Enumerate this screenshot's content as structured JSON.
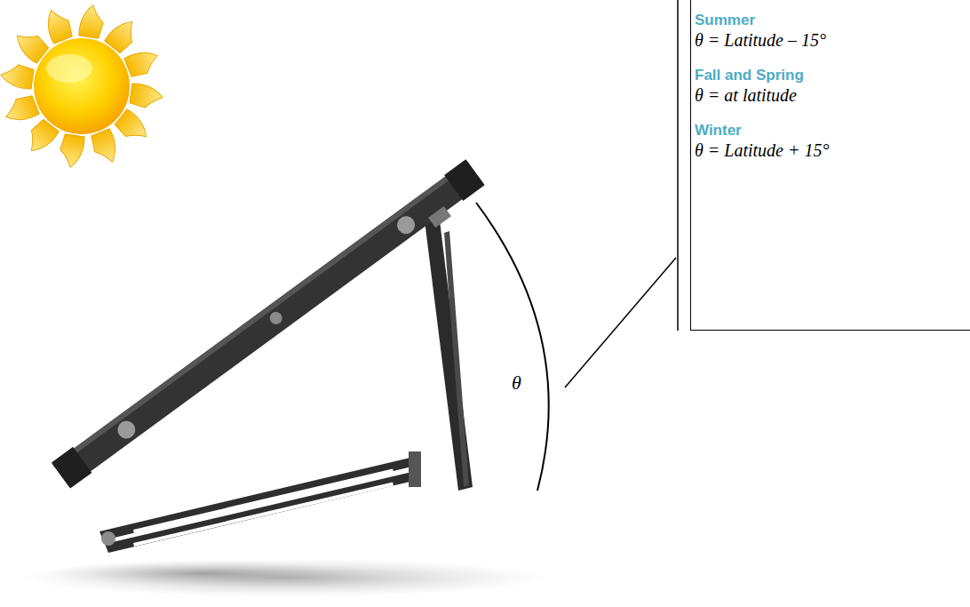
{
  "diagram": {
    "nodes": [
      {
        "text": [
          "Summer",
          "θ = Latitude – 15°",
          "Fall and Spring",
          "θ = at latitude",
          "Winter",
          "θ = Latitude + 15°"
        ]
      }
    ],
    "labels": [
      "θ"
    ]
  }
}
